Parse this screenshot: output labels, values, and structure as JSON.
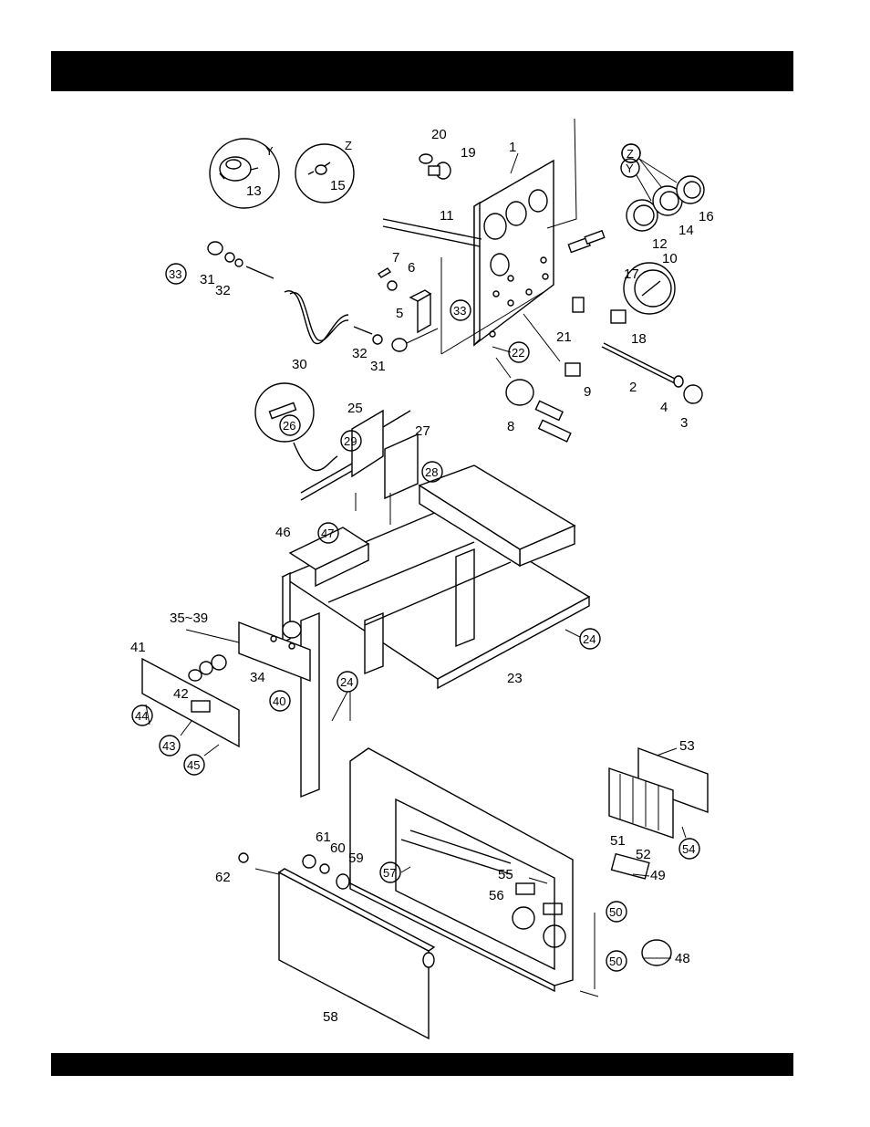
{
  "header": {
    "title": ""
  },
  "footer": {
    "text": ""
  },
  "inset_circles": {
    "y": {
      "letter": "Y",
      "part": "13"
    },
    "z": {
      "letter": "Z",
      "part": "15"
    }
  },
  "callouts": {
    "y_gauge": "Y",
    "z_gauge": "Z"
  },
  "part_labels": [
    {
      "id": "p1",
      "text": "1"
    },
    {
      "id": "p2",
      "text": "2"
    },
    {
      "id": "p3",
      "text": "3"
    },
    {
      "id": "p4",
      "text": "4"
    },
    {
      "id": "p5",
      "text": "5"
    },
    {
      "id": "p6",
      "text": "6"
    },
    {
      "id": "p7",
      "text": "7"
    },
    {
      "id": "p8",
      "text": "8"
    },
    {
      "id": "p9",
      "text": "9"
    },
    {
      "id": "p10",
      "text": "10"
    },
    {
      "id": "p11",
      "text": "11"
    },
    {
      "id": "p12",
      "text": "12"
    },
    {
      "id": "p14",
      "text": "14"
    },
    {
      "id": "p16",
      "text": "16"
    },
    {
      "id": "p17",
      "text": "17"
    },
    {
      "id": "p18",
      "text": "18"
    },
    {
      "id": "p19",
      "text": "19"
    },
    {
      "id": "p20",
      "text": "20"
    },
    {
      "id": "p21",
      "text": "21"
    },
    {
      "id": "p23",
      "text": "23"
    },
    {
      "id": "p25",
      "text": "25"
    },
    {
      "id": "p27",
      "text": "27"
    },
    {
      "id": "p30",
      "text": "30"
    },
    {
      "id": "p31a",
      "text": "31"
    },
    {
      "id": "p31b",
      "text": "31"
    },
    {
      "id": "p32a",
      "text": "32"
    },
    {
      "id": "p32b",
      "text": "32"
    },
    {
      "id": "p34",
      "text": "34"
    },
    {
      "id": "p35",
      "text": "35~39"
    },
    {
      "id": "p41",
      "text": "41"
    },
    {
      "id": "p42",
      "text": "42"
    },
    {
      "id": "p46",
      "text": "46"
    },
    {
      "id": "p48",
      "text": "48"
    },
    {
      "id": "p49",
      "text": "49"
    },
    {
      "id": "p51",
      "text": "51"
    },
    {
      "id": "p52",
      "text": "52"
    },
    {
      "id": "p53",
      "text": "53"
    },
    {
      "id": "p55",
      "text": "55"
    },
    {
      "id": "p56",
      "text": "56"
    },
    {
      "id": "p58",
      "text": "58"
    },
    {
      "id": "p59",
      "text": "59"
    },
    {
      "id": "p60",
      "text": "60"
    },
    {
      "id": "p61",
      "text": "61"
    },
    {
      "id": "p62",
      "text": "62"
    }
  ],
  "circled_labels": [
    {
      "id": "c22",
      "text": "22"
    },
    {
      "id": "c24a",
      "text": "24"
    },
    {
      "id": "c24b",
      "text": "24"
    },
    {
      "id": "c26",
      "text": "26"
    },
    {
      "id": "c28",
      "text": "28"
    },
    {
      "id": "c29",
      "text": "29"
    },
    {
      "id": "c33a",
      "text": "33"
    },
    {
      "id": "c33b",
      "text": "33"
    },
    {
      "id": "c40",
      "text": "40"
    },
    {
      "id": "c43",
      "text": "43"
    },
    {
      "id": "c44",
      "text": "44"
    },
    {
      "id": "c45",
      "text": "45"
    },
    {
      "id": "c47",
      "text": "47"
    },
    {
      "id": "c50a",
      "text": "50"
    },
    {
      "id": "c50b",
      "text": "50"
    },
    {
      "id": "c54",
      "text": "54"
    },
    {
      "id": "c57",
      "text": "57"
    }
  ]
}
